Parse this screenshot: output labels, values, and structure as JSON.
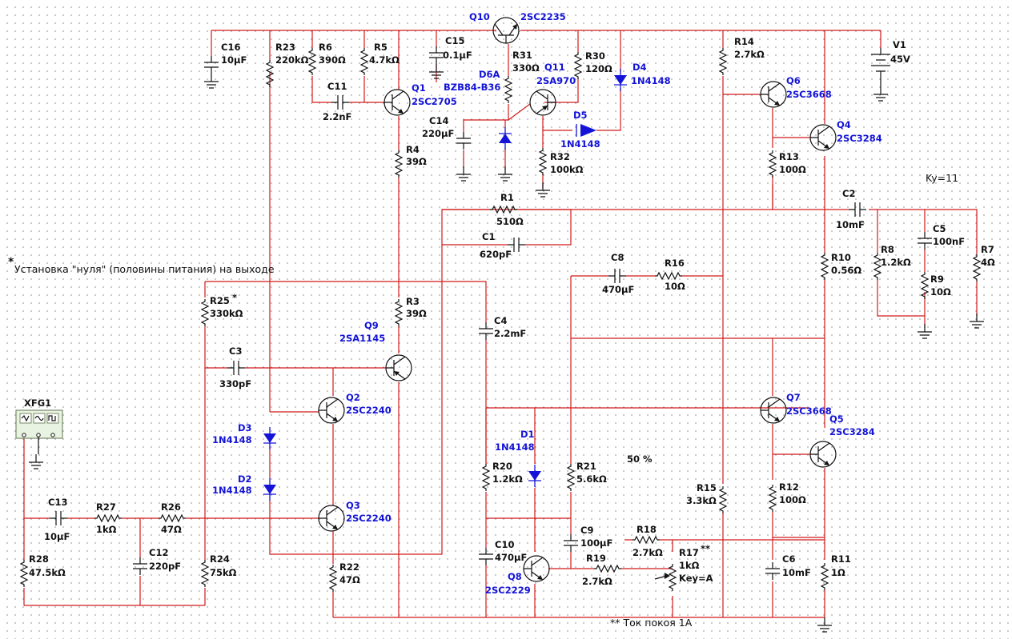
{
  "gain_note": "Ky=11",
  "zero_note_star": "*",
  "zero_note": "Установка \"нуля\" (половины питания) на выходе",
  "quiescent_note": "** Ток покоя 1А",
  "percent": "50 %",
  "generator": {
    "ref": "XFG1"
  },
  "power": {
    "ref": "V1",
    "value": "45V"
  },
  "transistors": [
    {
      "ref": "Q1",
      "model": "2SC2705"
    },
    {
      "ref": "Q2",
      "model": "2SC2240"
    },
    {
      "ref": "Q3",
      "model": "2SC2240"
    },
    {
      "ref": "Q4",
      "model": "2SC3284"
    },
    {
      "ref": "Q5",
      "model": "2SC3284"
    },
    {
      "ref": "Q6",
      "model": "2SC3668"
    },
    {
      "ref": "Q7",
      "model": "2SC3668"
    },
    {
      "ref": "Q8",
      "model": "2SC2229"
    },
    {
      "ref": "Q9",
      "model": "2SA1145"
    },
    {
      "ref": "Q10",
      "model": "2SC2235"
    },
    {
      "ref": "Q11",
      "model": "2SA970"
    }
  ],
  "diodes": [
    {
      "ref": "D1",
      "model": "1N4148"
    },
    {
      "ref": "D2",
      "model": "1N4148"
    },
    {
      "ref": "D3",
      "model": "1N4148"
    },
    {
      "ref": "D4",
      "model": "1N4148"
    },
    {
      "ref": "D5",
      "model": "1N4148"
    },
    {
      "ref": "D6A",
      "model": "BZB84-B36"
    }
  ],
  "resistors": [
    {
      "ref": "R1",
      "value": "510Ω"
    },
    {
      "ref": "R3",
      "value": "39Ω"
    },
    {
      "ref": "R4",
      "value": "39Ω"
    },
    {
      "ref": "R5",
      "value": "4.7kΩ"
    },
    {
      "ref": "R6",
      "value": "390Ω"
    },
    {
      "ref": "R7",
      "value": "4Ω"
    },
    {
      "ref": "R8",
      "value": "1.2kΩ"
    },
    {
      "ref": "R9",
      "value": "10Ω"
    },
    {
      "ref": "R10",
      "value": "0.56Ω"
    },
    {
      "ref": "R11",
      "value": "1Ω"
    },
    {
      "ref": "R12",
      "value": "100Ω"
    },
    {
      "ref": "R13",
      "value": "100Ω"
    },
    {
      "ref": "R14",
      "value": "2.7kΩ"
    },
    {
      "ref": "R15",
      "value": "3.3kΩ"
    },
    {
      "ref": "R16",
      "value": "10Ω"
    },
    {
      "ref": "R18",
      "value": "2.7kΩ"
    },
    {
      "ref": "R19",
      "value": "2.7kΩ"
    },
    {
      "ref": "R20",
      "value": "1.2kΩ"
    },
    {
      "ref": "R21",
      "value": "5.6kΩ"
    },
    {
      "ref": "R22",
      "value": "47Ω"
    },
    {
      "ref": "R23",
      "value": "220kΩ"
    },
    {
      "ref": "R24",
      "value": "75kΩ"
    },
    {
      "ref": "R25",
      "value": "330kΩ"
    },
    {
      "ref": "R26",
      "value": "47Ω"
    },
    {
      "ref": "R27",
      "value": "1kΩ"
    },
    {
      "ref": "R28",
      "value": "47.5kΩ"
    },
    {
      "ref": "R30",
      "value": "120Ω"
    },
    {
      "ref": "R31",
      "value": "330Ω"
    },
    {
      "ref": "R32",
      "value": "100kΩ"
    }
  ],
  "capacitors": [
    {
      "ref": "C1",
      "value": "620pF"
    },
    {
      "ref": "C2",
      "value": "10mF"
    },
    {
      "ref": "C3",
      "value": "330pF"
    },
    {
      "ref": "C4",
      "value": "2.2mF"
    },
    {
      "ref": "C5",
      "value": "100nF"
    },
    {
      "ref": "C6",
      "value": "10mF"
    },
    {
      "ref": "C8",
      "value": "470µF"
    },
    {
      "ref": "C9",
      "value": "100µF"
    },
    {
      "ref": "C10",
      "value": "470µF"
    },
    {
      "ref": "C11",
      "value": "2.2nF"
    },
    {
      "ref": "C12",
      "value": "220pF"
    },
    {
      "ref": "C13",
      "value": "10µF"
    },
    {
      "ref": "C14",
      "value": "220µF"
    },
    {
      "ref": "C15",
      "value": "0.1µF"
    },
    {
      "ref": "C16",
      "value": "10µF"
    }
  ],
  "potentiometer": {
    "ref": "R17",
    "value": "1kΩ",
    "key": "Key=A",
    "mark": "**"
  },
  "r25_mark": "*"
}
